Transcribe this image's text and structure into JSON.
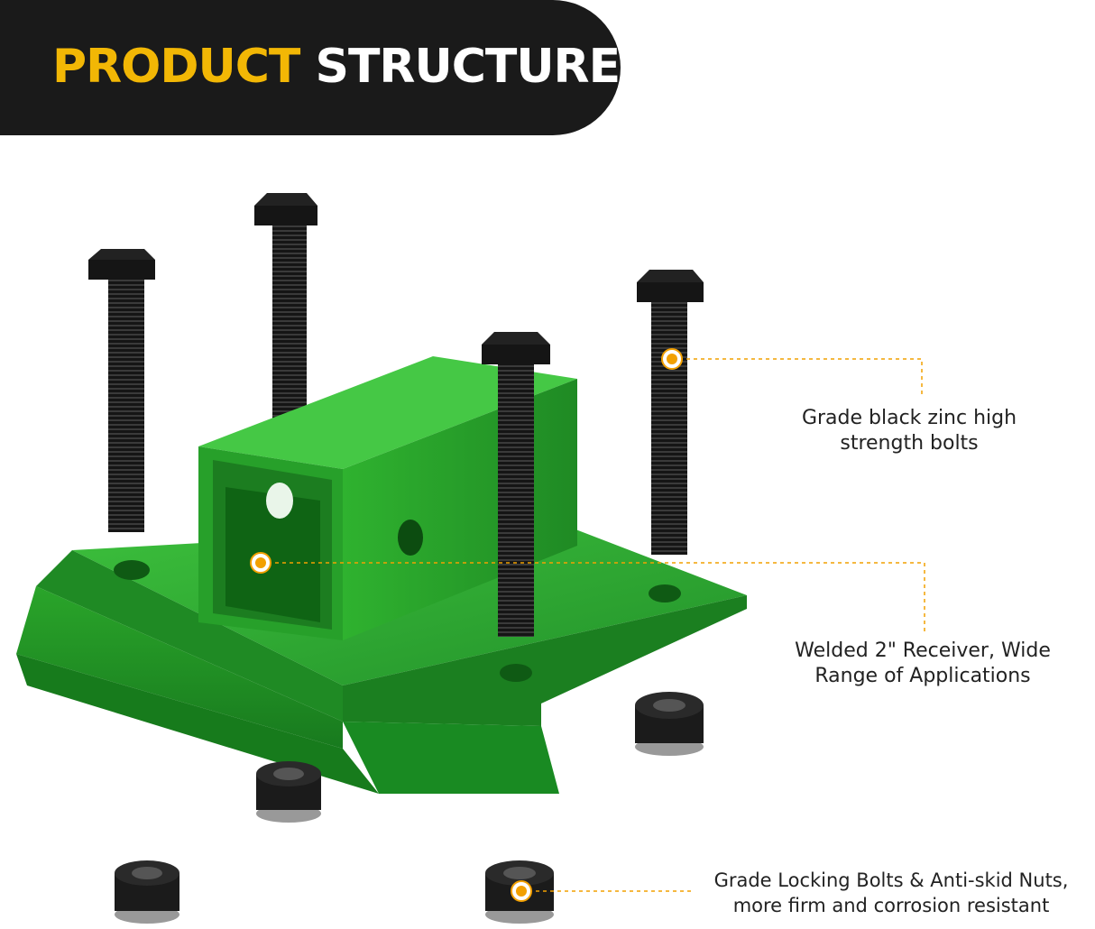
{
  "banner": {
    "title_part1": "PRODUCT",
    "title_part2": "STRUCTURE",
    "accent_color": "#f2b705",
    "background_color": "#1a1a1a"
  },
  "product": {
    "body_color": "#2e9e2e",
    "hardware_color": "#1b1b1b"
  },
  "callouts": {
    "bolts": {
      "line1": "Grade black zinc high",
      "line2": "strength bolts"
    },
    "receiver": {
      "line1": "Welded 2\" Receiver, Wide",
      "line2": "Range of Applications"
    },
    "nuts": {
      "line1": "Grade Locking Bolts & Anti-skid Nuts,",
      "line2": "more firm and corrosion resistant"
    }
  },
  "marker_color": "#f2a000"
}
